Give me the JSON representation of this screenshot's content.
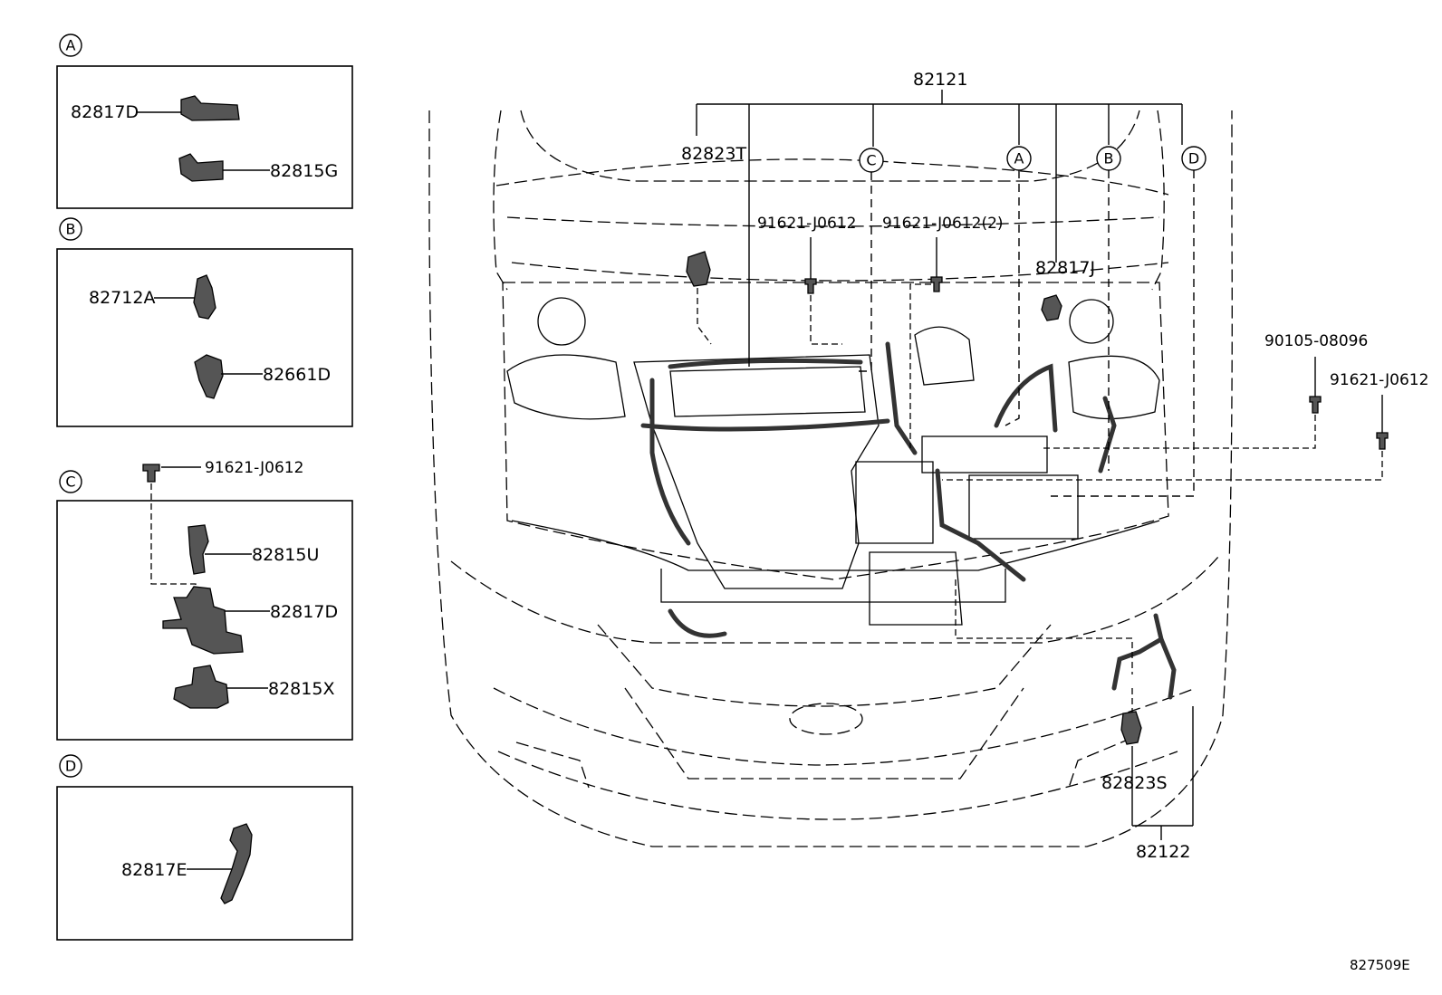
{
  "detail_boxes": [
    {
      "letter": "A",
      "parts": [
        "82817D",
        "82815G"
      ]
    },
    {
      "letter": "B",
      "parts": [
        "82712A",
        "82661D"
      ]
    },
    {
      "letter": "C",
      "parts": [
        "82815U",
        "82817D",
        "82815X"
      ],
      "bolt": "91621-J0612"
    },
    {
      "letter": "D",
      "parts": [
        "82817E"
      ]
    }
  ],
  "main": {
    "top_part": "82121",
    "callouts": [
      "C",
      "A",
      "B",
      "D"
    ],
    "labels": {
      "p82823T": "82823T",
      "bolt1": "91621-J0612",
      "bolt2": "91621-J0612(2)",
      "p82817J": "82817J",
      "p90105": "90105-08096",
      "bolt3": "91621-J0612",
      "p82823S": "82823S",
      "p82122": "82122"
    }
  },
  "diagram_ref": "827509E"
}
